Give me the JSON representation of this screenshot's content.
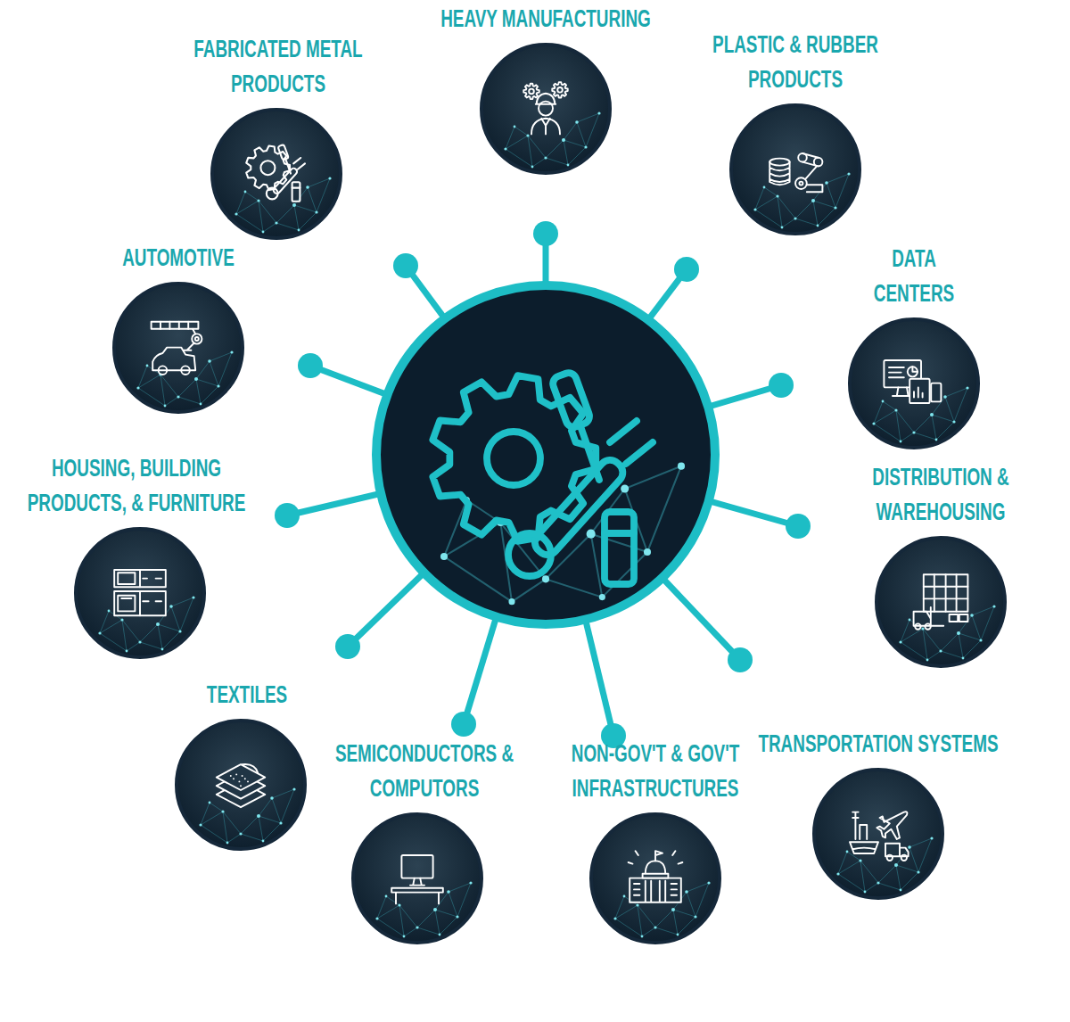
{
  "diagram": {
    "nodes": [
      {
        "text": [
          "HEAVY MANUFACTURING"
        ]
      },
      {
        "text": [
          "FABRICATED METAL PRODUCTS"
        ]
      },
      {
        "text": [
          "PLASTIC & RUBBER PRODUCTS"
        ]
      },
      {
        "text": [
          "AUTOMOTIVE"
        ]
      },
      {
        "text": [
          "DATA CENTERS"
        ]
      },
      {
        "text": [
          "HOUSING, BUILDING PRODUCTS, & FURNITURE"
        ]
      },
      {
        "text": [
          "DISTRIBUTION & WAREHOUSING"
        ]
      },
      {
        "text": [
          "TEXTILES"
        ]
      },
      {
        "text": [
          "TRANSPORTATION SYSTEMS"
        ]
      },
      {
        "text": [
          "SEMICONDUCTORS & COMPUTORS"
        ]
      },
      {
        "text": [
          "NON-GOV'T & GOV'T INFRASTRUCTURES"
        ]
      }
    ]
  }
}
